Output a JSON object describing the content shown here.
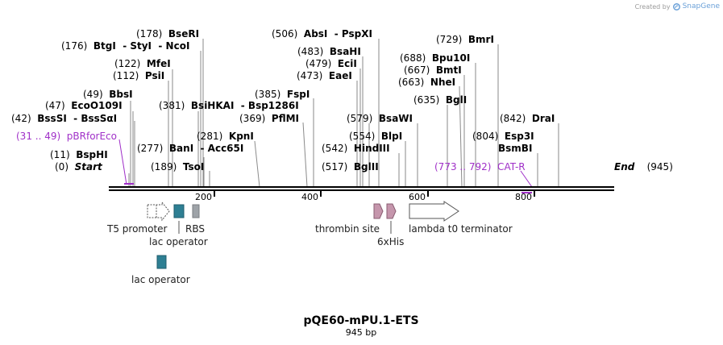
{
  "credit": {
    "prefix": "Created by",
    "brand": "SnapGene"
  },
  "title": "pQE60-mPU.1-ETS",
  "subtitle": "945 bp",
  "sites": [
    {
      "pos": "(178)",
      "name": "BseRI"
    },
    {
      "pos": "(176)",
      "name": "BtgI  - StyI  - NcoI"
    },
    {
      "pos": "(122)",
      "name": "MfeI"
    },
    {
      "pos": "(112)",
      "name": "PsiI"
    },
    {
      "pos": "(49)",
      "name": "BbsI"
    },
    {
      "pos": "(47)",
      "name": "EcoO109I"
    },
    {
      "pos": "(42)",
      "name": "BssSI  - BssSαI"
    },
    {
      "pos": "(11)",
      "name": "BspHI"
    },
    {
      "pos": "(0)",
      "name": "Start",
      "italic": true
    },
    {
      "pos": "(381)",
      "name": "BsiHKAI  - Bsp1286I"
    },
    {
      "pos": "(277)",
      "name": "BanI  - Acc65I"
    },
    {
      "pos": "(189)",
      "name": "TsoI"
    },
    {
      "pos": "(281)",
      "name": "KpnI"
    },
    {
      "pos": "(385)",
      "name": "FspI"
    },
    {
      "pos": "(369)",
      "name": "PflMI"
    },
    {
      "pos": "(506)",
      "name": "AbsI  - PspXI"
    },
    {
      "pos": "(483)",
      "name": "BsaHI"
    },
    {
      "pos": "(479)",
      "name": "EciI"
    },
    {
      "pos": "(473)",
      "name": "EaeI"
    },
    {
      "pos": "(579)",
      "name": "BsaWI"
    },
    {
      "pos": "(554)",
      "name": "BlpI"
    },
    {
      "pos": "(542)",
      "name": "HindIII"
    },
    {
      "pos": "(517)",
      "name": "BglII"
    },
    {
      "pos": "(729)",
      "name": "BmrI"
    },
    {
      "pos": "(688)",
      "name": "Bpu10I"
    },
    {
      "pos": "(667)",
      "name": "BmtI"
    },
    {
      "pos": "(663)",
      "name": "NheI"
    },
    {
      "pos": "(635)",
      "name": "BglI"
    },
    {
      "pos": "(842)",
      "name": "DraI"
    },
    {
      "pos": "(804)",
      "name": "Esp3I"
    },
    {
      "pos": "",
      "name": "BsmBI"
    },
    {
      "pos": "(945)",
      "name": "End",
      "italic": true,
      "name_first": true
    }
  ],
  "primers": [
    {
      "range": "(31 .. 49)",
      "name": "pBRforEco"
    },
    {
      "range": "(773 .. 792)",
      "name": "CAT-R"
    }
  ],
  "ruler": {
    "ticks": [
      "200",
      "400",
      "600",
      "800"
    ]
  },
  "features": [
    {
      "label": "T5 promoter",
      "color": "#ffffff"
    },
    {
      "label": "lac operator",
      "color": "#2e7f93"
    },
    {
      "label": "RBS",
      "color": "#9ea3a8"
    },
    {
      "label": "lac operator",
      "color": "#2e7f93"
    },
    {
      "label": "thrombin site",
      "color": "#c596ac"
    },
    {
      "label": "6xHis",
      "color": "#c596ac"
    },
    {
      "label": "lambda t0 terminator",
      "color": "#ffffff"
    }
  ],
  "colors": {
    "primer": "#a030c8",
    "backbone": "#000000",
    "site_line": "#8a8a8a"
  }
}
